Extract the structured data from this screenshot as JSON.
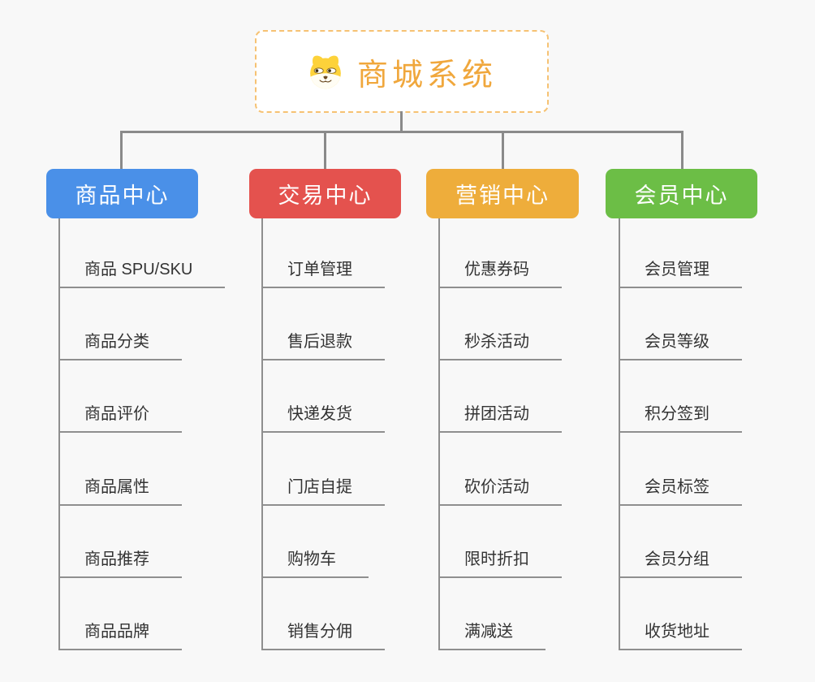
{
  "root": {
    "title": "商城系统",
    "icon": "dog-face-icon"
  },
  "branches": [
    {
      "label": "商品中心",
      "color": "#4a90e8",
      "items": [
        "商品 SPU/SKU",
        "商品分类",
        "商品评价",
        "商品属性",
        "商品推荐",
        "商品品牌"
      ]
    },
    {
      "label": "交易中心",
      "color": "#e4524e",
      "items": [
        "订单管理",
        "售后退款",
        "快递发货",
        "门店自提",
        "购物车",
        "销售分佣"
      ]
    },
    {
      "label": "营销中心",
      "color": "#eead3b",
      "items": [
        "优惠券码",
        "秒杀活动",
        "拼团活动",
        "砍价活动",
        "限时折扣",
        "满减送"
      ]
    },
    {
      "label": "会员中心",
      "color": "#6cbe46",
      "items": [
        "会员管理",
        "会员等级",
        "积分签到",
        "会员标签",
        "会员分组",
        "收货地址"
      ]
    }
  ],
  "colors": {
    "background": "#f8f8f8",
    "connector": "#8a8a8a",
    "leaf_line": "#8f8f8f",
    "leaf_text": "#333333",
    "root_border": "#f6c273",
    "root_title": "#f0a73c"
  }
}
